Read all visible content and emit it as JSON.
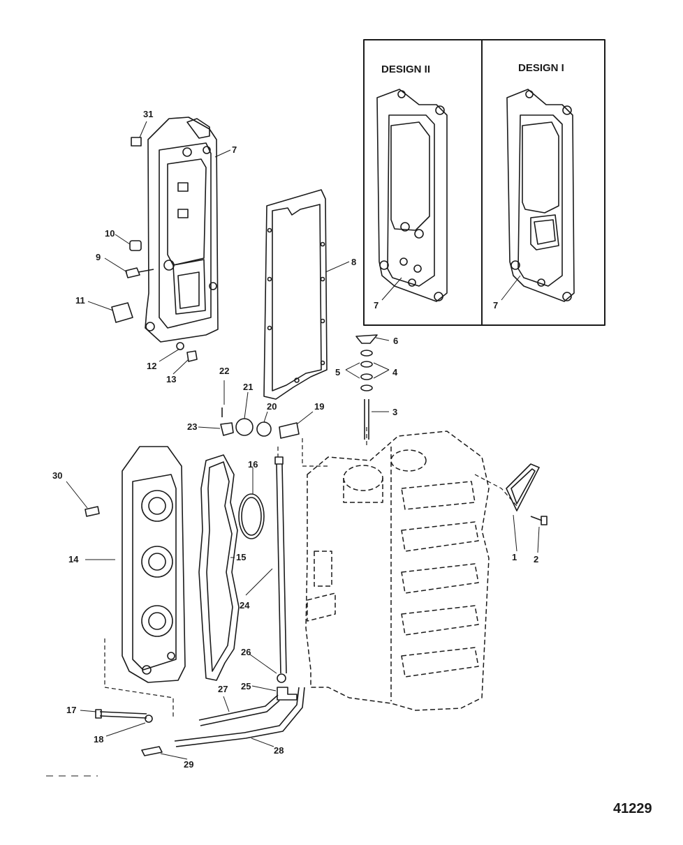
{
  "colors": {
    "ink": "#1a1a1a",
    "paper": "#ffffff",
    "accent": "#555555"
  },
  "designs": [
    {
      "title": "DESIGN II",
      "callout": "7"
    },
    {
      "title": "DESIGN I",
      "callout": "7"
    }
  ],
  "callouts": {
    "c1": "1",
    "c2": "2",
    "c3": "3",
    "c4": "4",
    "c5": "5",
    "c6": "6",
    "c7": "7",
    "c8": "8",
    "c9": "9",
    "c10": "10",
    "c11": "11",
    "c12": "12",
    "c13": "13",
    "c14": "14",
    "c15": "15",
    "c16": "16",
    "c17": "17",
    "c18": "18",
    "c19": "19",
    "c20": "20",
    "c21": "21",
    "c22": "22",
    "c23": "23",
    "c24": "24",
    "c25": "25",
    "c26": "26",
    "c27": "27",
    "c28": "28",
    "c29": "29",
    "c30": "30",
    "c31": "31"
  },
  "figure_number": "41229"
}
